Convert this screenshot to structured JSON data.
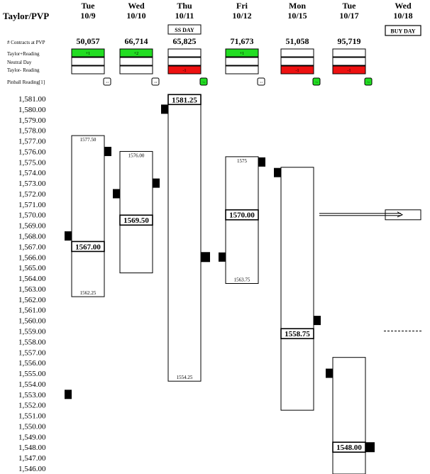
{
  "title": "Taylor/PVP",
  "row_labels": {
    "contracts": "# Contracts at PVP",
    "plus": "Taylor+Reading",
    "neutral": "Neutral Day",
    "minus": "Taylor- Reading",
    "pinball": "Pinball Reading[1]"
  },
  "badges": {
    "ss_day": "SS DAY",
    "buy_day": "BUY DAY"
  },
  "colors": {
    "green": "#22dd22",
    "red": "#ee1111",
    "black": "#000000"
  },
  "chart_data": {
    "type": "range-bar",
    "ylim": [
      1546,
      1581
    ],
    "y_ticks": [
      "1,581.00",
      "1,580.00",
      "1,579.00",
      "1,578.00",
      "1,577.00",
      "1,576.00",
      "1,575.00",
      "1,574.00",
      "1,573.00",
      "1,572.00",
      "1,571.00",
      "1,570.00",
      "1,569.00",
      "1,568.00",
      "1,567.00",
      "1,566.00",
      "1,565.00",
      "1,564.00",
      "1,563.00",
      "1,562.00",
      "1,561.00",
      "1,560.00",
      "1,559.00",
      "1,558.00",
      "1,557.00",
      "1,556.00",
      "1,555.00",
      "1,554.00",
      "1,553.00",
      "1,552.00",
      "1,551.00",
      "1,550.00",
      "1,549.00",
      "1,548.00",
      "1,547.00",
      "1,546.00"
    ],
    "days": [
      {
        "dow": "Tue",
        "date": "10/9",
        "contracts": "50,057",
        "reading": "plus",
        "reading_label": "+1",
        "pinball": "-11",
        "pinball_green": false,
        "high": 1577.5,
        "low": 1562.25,
        "high_label": "1577.50",
        "low_label": "1562.25",
        "close": 1567.0,
        "close_label": "1567.00",
        "markers": [
          {
            "side": "left",
            "value": 1568.0
          },
          {
            "side": "left",
            "value": 1553.0
          },
          {
            "side": "right",
            "value": 1576.0
          }
        ]
      },
      {
        "dow": "Wed",
        "date": "10/10",
        "contracts": "66,714",
        "reading": "plus",
        "reading_label": "+2",
        "pinball": "-12",
        "pinball_green": false,
        "high": 1576.0,
        "low": 1564.5,
        "high_label": "1576.00",
        "low_label": "",
        "close": 1569.5,
        "close_label": "1569.50",
        "markers": [
          {
            "side": "left",
            "value": 1572.0
          },
          {
            "side": "right",
            "value": 1573.0
          }
        ]
      },
      {
        "dow": "Thu",
        "date": "10/11",
        "contracts": "65,825",
        "reading": "minus",
        "reading_label": "-1",
        "pinball": "+1",
        "pinball_green": true,
        "high": 1581.25,
        "low": 1554.25,
        "high_label": "1581.25",
        "low_label": "1554.25",
        "close": 1581.25,
        "close_label": "1581.25",
        "close_at_top": true,
        "markers": [
          {
            "side": "left",
            "value": 1580.0
          },
          {
            "side": "right",
            "value": 1566.0
          }
        ]
      },
      {
        "dow": "Fri",
        "date": "10/12",
        "contracts": "71,673",
        "reading": "plus",
        "reading_label": "+1",
        "pinball": "-11",
        "pinball_green": false,
        "high": 1575.5,
        "low": 1563.5,
        "high_label": "1575",
        "low_label": "1563.75",
        "close": 1570.0,
        "close_label": "1570.00",
        "markers": [
          {
            "side": "left",
            "value": 1566.0
          },
          {
            "side": "right",
            "value": 1575.0
          }
        ]
      },
      {
        "dow": "Mon",
        "date": "10/15",
        "contracts": "51,058",
        "reading": "minus",
        "reading_label": "-1",
        "pinball": "+1",
        "pinball_green": true,
        "high": 1574.5,
        "low": 1551.5,
        "high_label": "",
        "low_label": "",
        "close": 1558.75,
        "close_label": "1558.75",
        "markers": [
          {
            "side": "left",
            "value": 1574.0
          },
          {
            "side": "right",
            "value": 1560.0
          }
        ]
      },
      {
        "dow": "Tue",
        "date": "10/17",
        "contracts": "95,719",
        "reading": "minus",
        "reading_label": "-1",
        "pinball": "+1",
        "pinball_green": true,
        "high": 1556.5,
        "low": 1545.0,
        "high_label": "",
        "low_label": "",
        "close": 1548.0,
        "close_label": "1548.00",
        "markers": [
          {
            "side": "left",
            "value": 1555.0
          },
          {
            "side": "right",
            "value": 1548.0
          }
        ]
      },
      {
        "dow": "Wed",
        "date": "10/18",
        "contracts": "",
        "reading": "none",
        "reading_label": "",
        "pinball": "",
        "pinball_green": false,
        "high": null,
        "low": null,
        "close": null,
        "markers": [],
        "projection_arrow": 1570.0,
        "dashed_level": 1559.0
      }
    ]
  }
}
